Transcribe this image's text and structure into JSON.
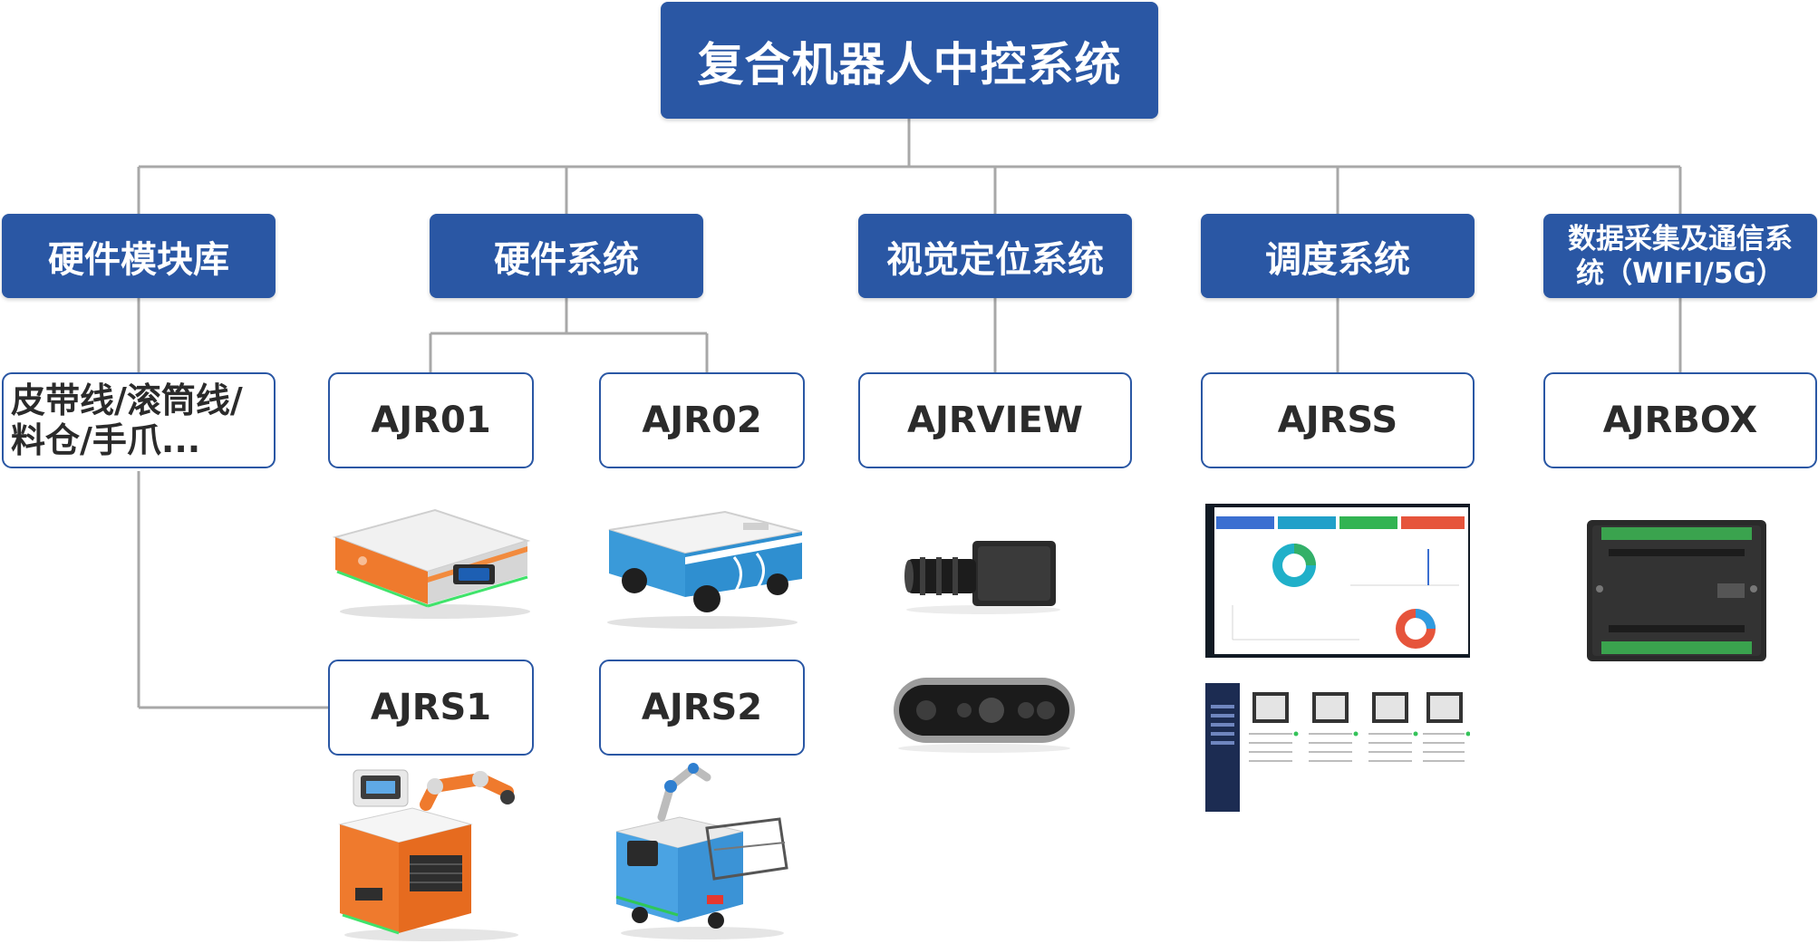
{
  "root": {
    "label": "复合机器人中控系统"
  },
  "categories": [
    {
      "label": "硬件模块库"
    },
    {
      "label": "硬件系统"
    },
    {
      "label": "视觉定位系统"
    },
    {
      "label": "调度系统"
    },
    {
      "label": "数据采集及通信系统（WIFI/5G）"
    }
  ],
  "modules": [
    {
      "label": "皮带线/滚筒线/料仓/手爪..."
    },
    {
      "label": "AJR01"
    },
    {
      "label": "AJR02"
    },
    {
      "label": "AJRS1"
    },
    {
      "label": "AJRS2"
    },
    {
      "label": "AJRVIEW"
    },
    {
      "label": "AJRSS"
    },
    {
      "label": "AJRBOX"
    }
  ],
  "colors": {
    "box_blue": "#2a57a4",
    "line_gray": "#a8a8a8",
    "accent_orange": "#f07a2a",
    "accent_cyan": "#2f97d6"
  }
}
